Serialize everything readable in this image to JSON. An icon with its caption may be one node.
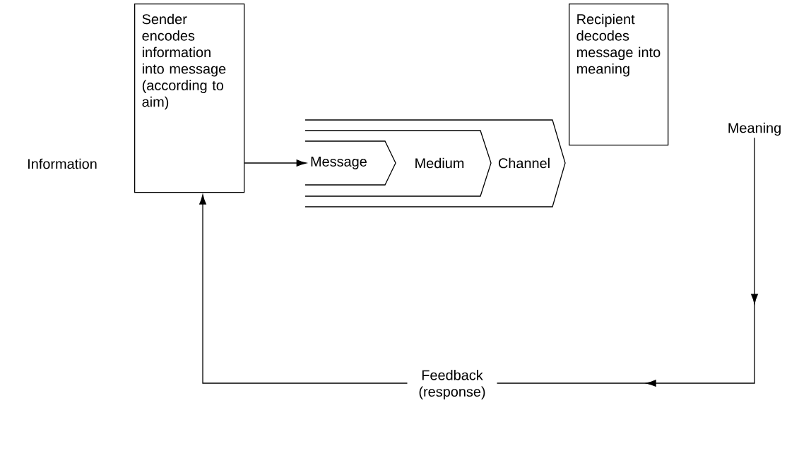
{
  "diagram": {
    "nodes": [
      {
        "text": [
          "Information"
        ]
      },
      {
        "text": [
          "Sender encodes information into message (according to aim)"
        ]
      },
      {
        "text": [
          "Channel"
        ]
      },
      {
        "text": [
          "Medium"
        ],
        "in": 2
      },
      {
        "text": [
          "Message"
        ],
        "in": 3
      },
      {
        "text": [
          "Recipient decodes message into meaning"
        ]
      },
      {
        "text": [
          "Meaning"
        ]
      }
    ],
    "edges": [
      {
        "from": 1,
        "to": 4,
        "arrow": "to"
      },
      {
        "from": 6,
        "to": 1,
        "arrow": "to",
        "label": "Feedback (response)"
      }
    ]
  }
}
